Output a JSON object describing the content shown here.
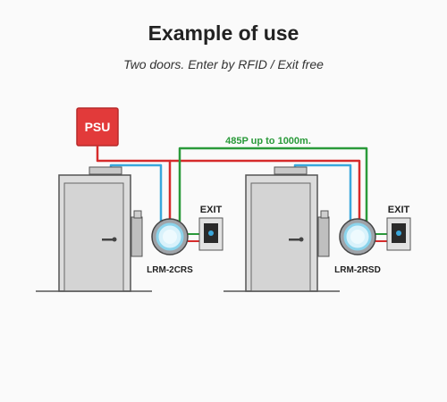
{
  "header": {
    "title": "Example of use",
    "subtitle": "Two doors. Enter by RFID /  Exit free"
  },
  "psu": {
    "label": "PSU"
  },
  "bus": {
    "label": "485P up to 1000m."
  },
  "door_left": {
    "reader_label": "LRM-2CRS",
    "exit_label": "EXIT"
  },
  "door_right": {
    "reader_label": "LRM-2RSD",
    "exit_label": "EXIT"
  },
  "colors": {
    "psu": "#e03232",
    "red_wire": "#d62b2b",
    "green_wire": "#2a9a3a",
    "blue_wire": "#3aa7dc",
    "bus_text": "#2a9a3a"
  }
}
